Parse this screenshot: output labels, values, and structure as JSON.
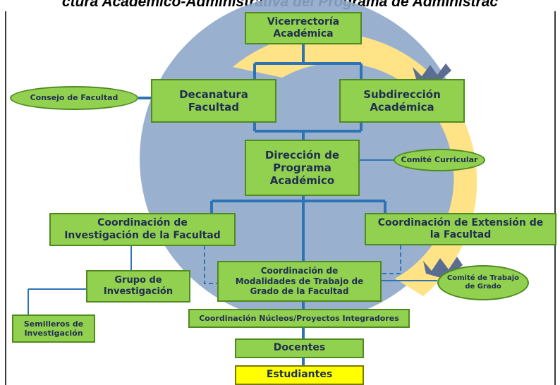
{
  "title": "ctura Académico-Administrativa del Programa de Administrac",
  "nodes": {
    "vicerrectoria": "Vicerrectoría\nAcadémica",
    "decanatura": "Decanatura\nFacultad",
    "subdireccion": "Subdirección\nAcadémica",
    "consejo": "Consejo de Facultad",
    "direccion": "Dirección de\nPrograma\nAcadémico",
    "comite_curricular": "Comité Curricular",
    "coord_investigacion": "Coordinación de\nInvestigación de la Facultad",
    "coord_extension": "Coordinación de Extensión de\nla Facultad",
    "grupo_investigacion": "Grupo de\nInvestigación",
    "coord_modalidades": "Coordinación de\nModalidades de Trabajo de\nGrado de la Facultad",
    "comite_trabajo_grado": "Comité de Trabajo\nde Grado",
    "semilleros": "Semilleros de\nInvestigación",
    "coord_nucleos": "Coordinación Núcleos/Proyectos Integradores",
    "docentes": "Docentes",
    "estudiantes": "Estudiantes"
  },
  "colors": {
    "box_fill": "#92d050",
    "box_border": "#4f8a1f",
    "connector": "#2e74b5",
    "student_fill": "#ffff00",
    "logo_blue": "#8ea9c9",
    "logo_yellow": "#ffe07a"
  }
}
